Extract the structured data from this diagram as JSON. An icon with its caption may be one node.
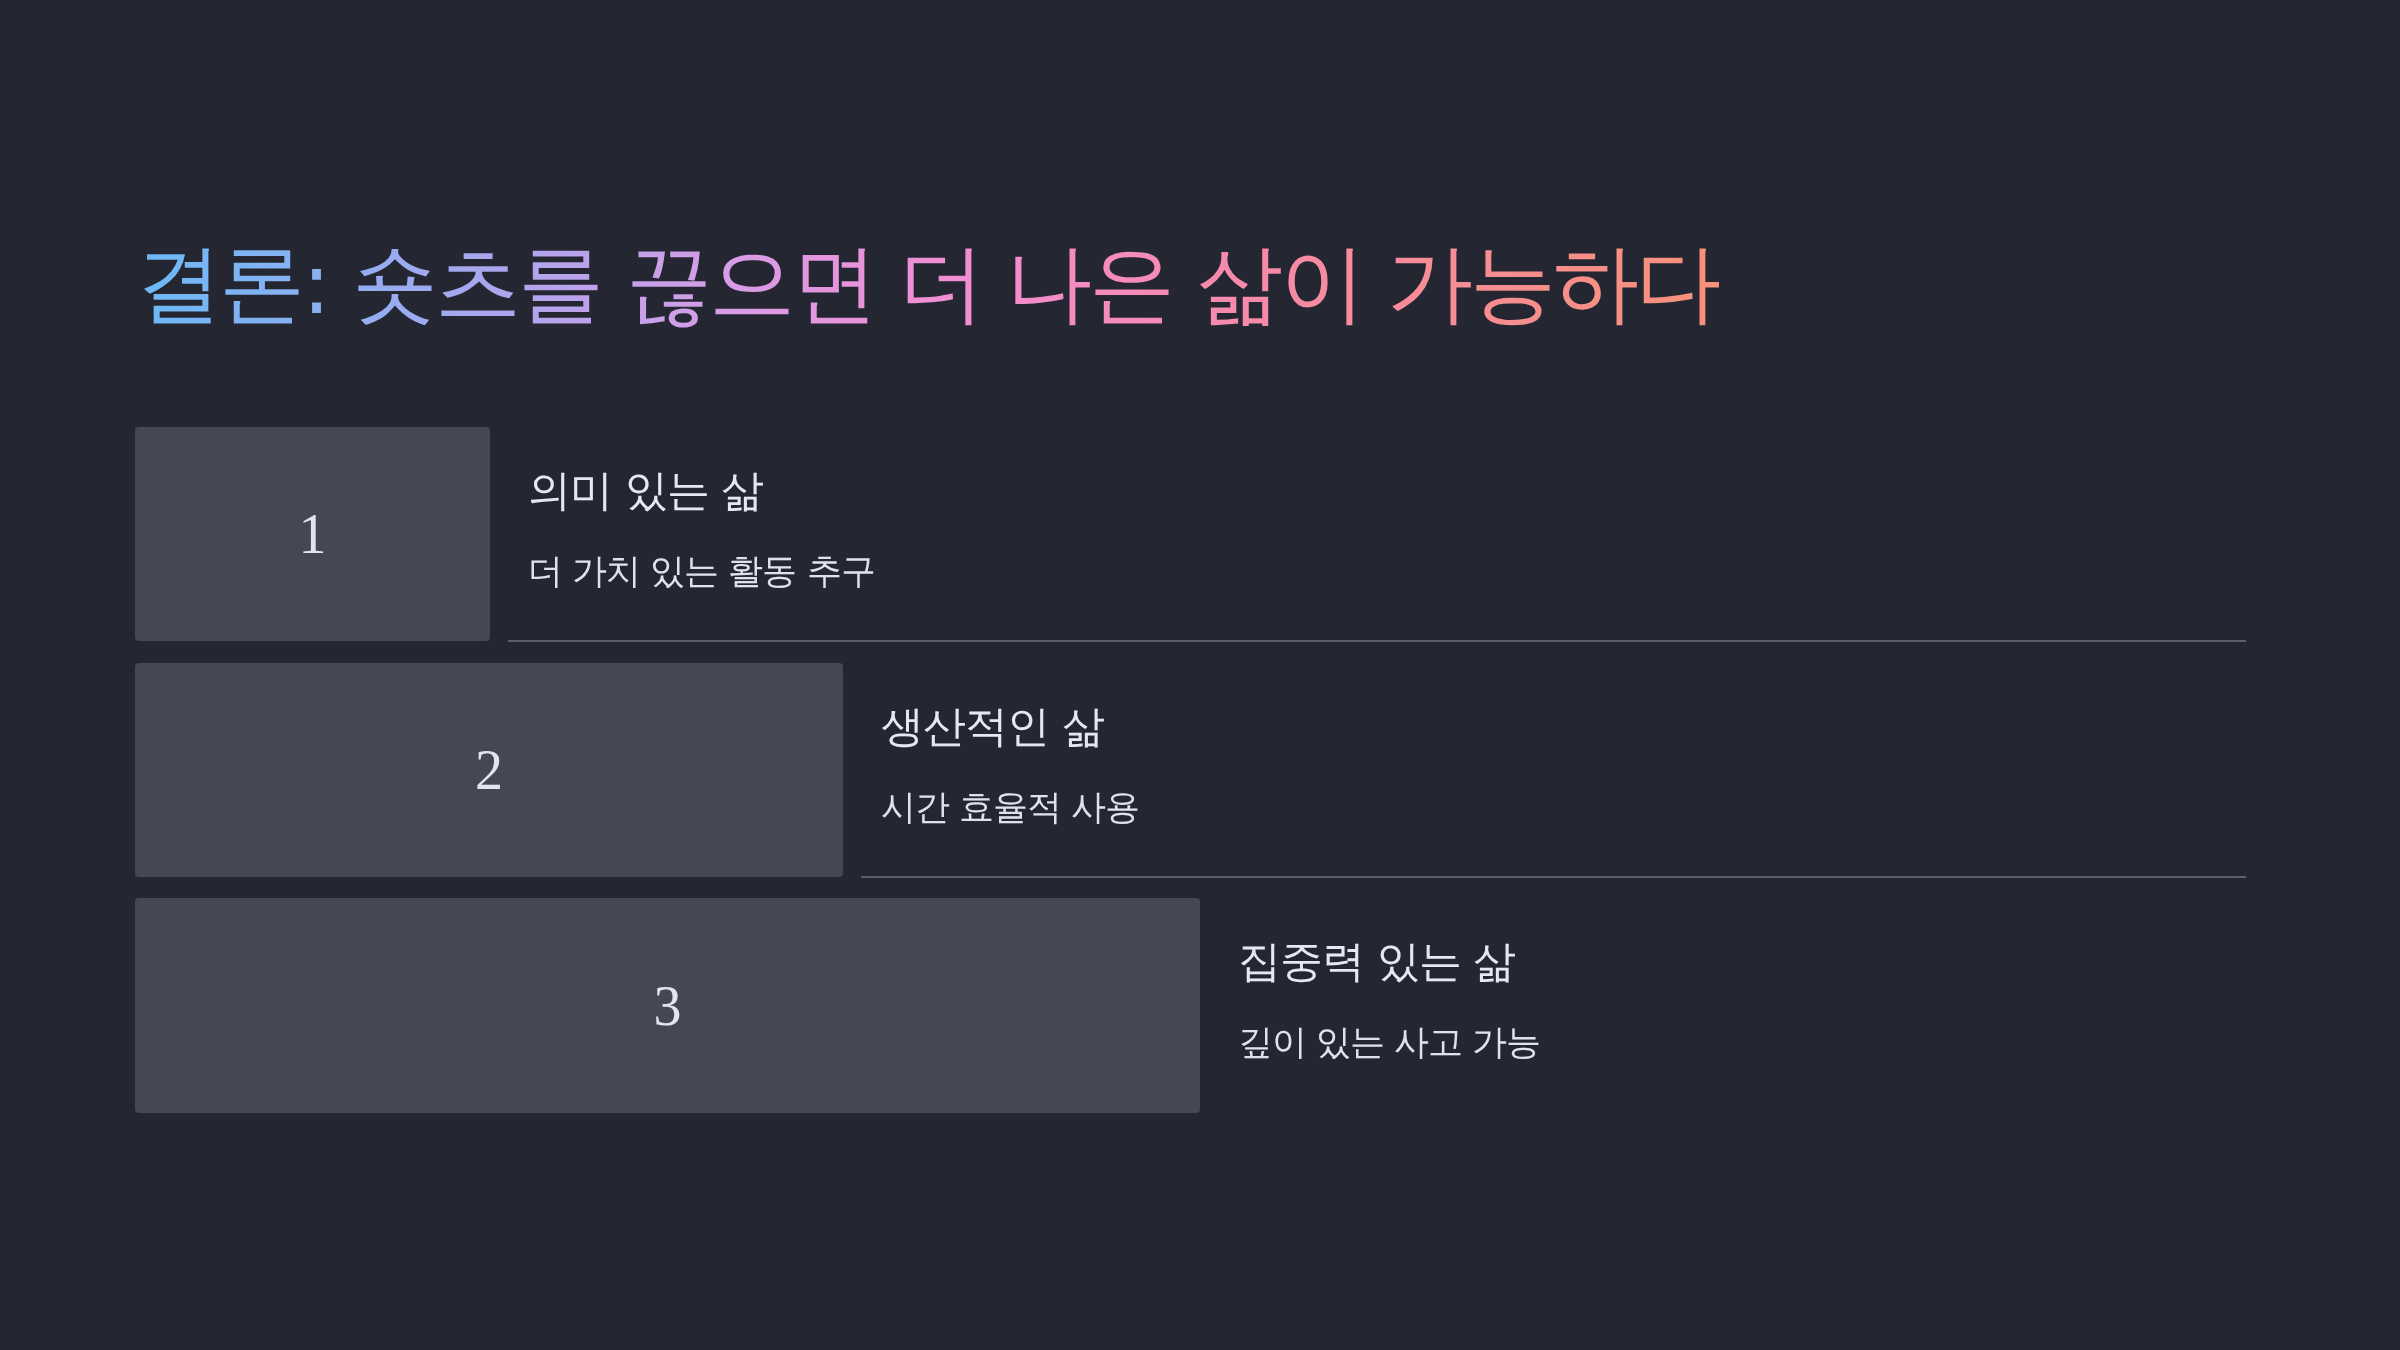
{
  "diagram": {
    "title": "결론: 숏츠를 끊으면 더 나은 삶이 가능하다",
    "nodes": [
      {
        "text": [
          "1"
        ],
        "beside": [
          "의미 있는 삶",
          "더 가치 있는 활동 추구"
        ]
      },
      {
        "text": [
          "2"
        ],
        "beside": [
          "생산적인 삶",
          "시간 효율적 사용"
        ]
      },
      {
        "text": [
          "3"
        ],
        "beside": [
          "집중력 있는 삶",
          "깊이 있는 사고 가능"
        ]
      }
    ]
  }
}
